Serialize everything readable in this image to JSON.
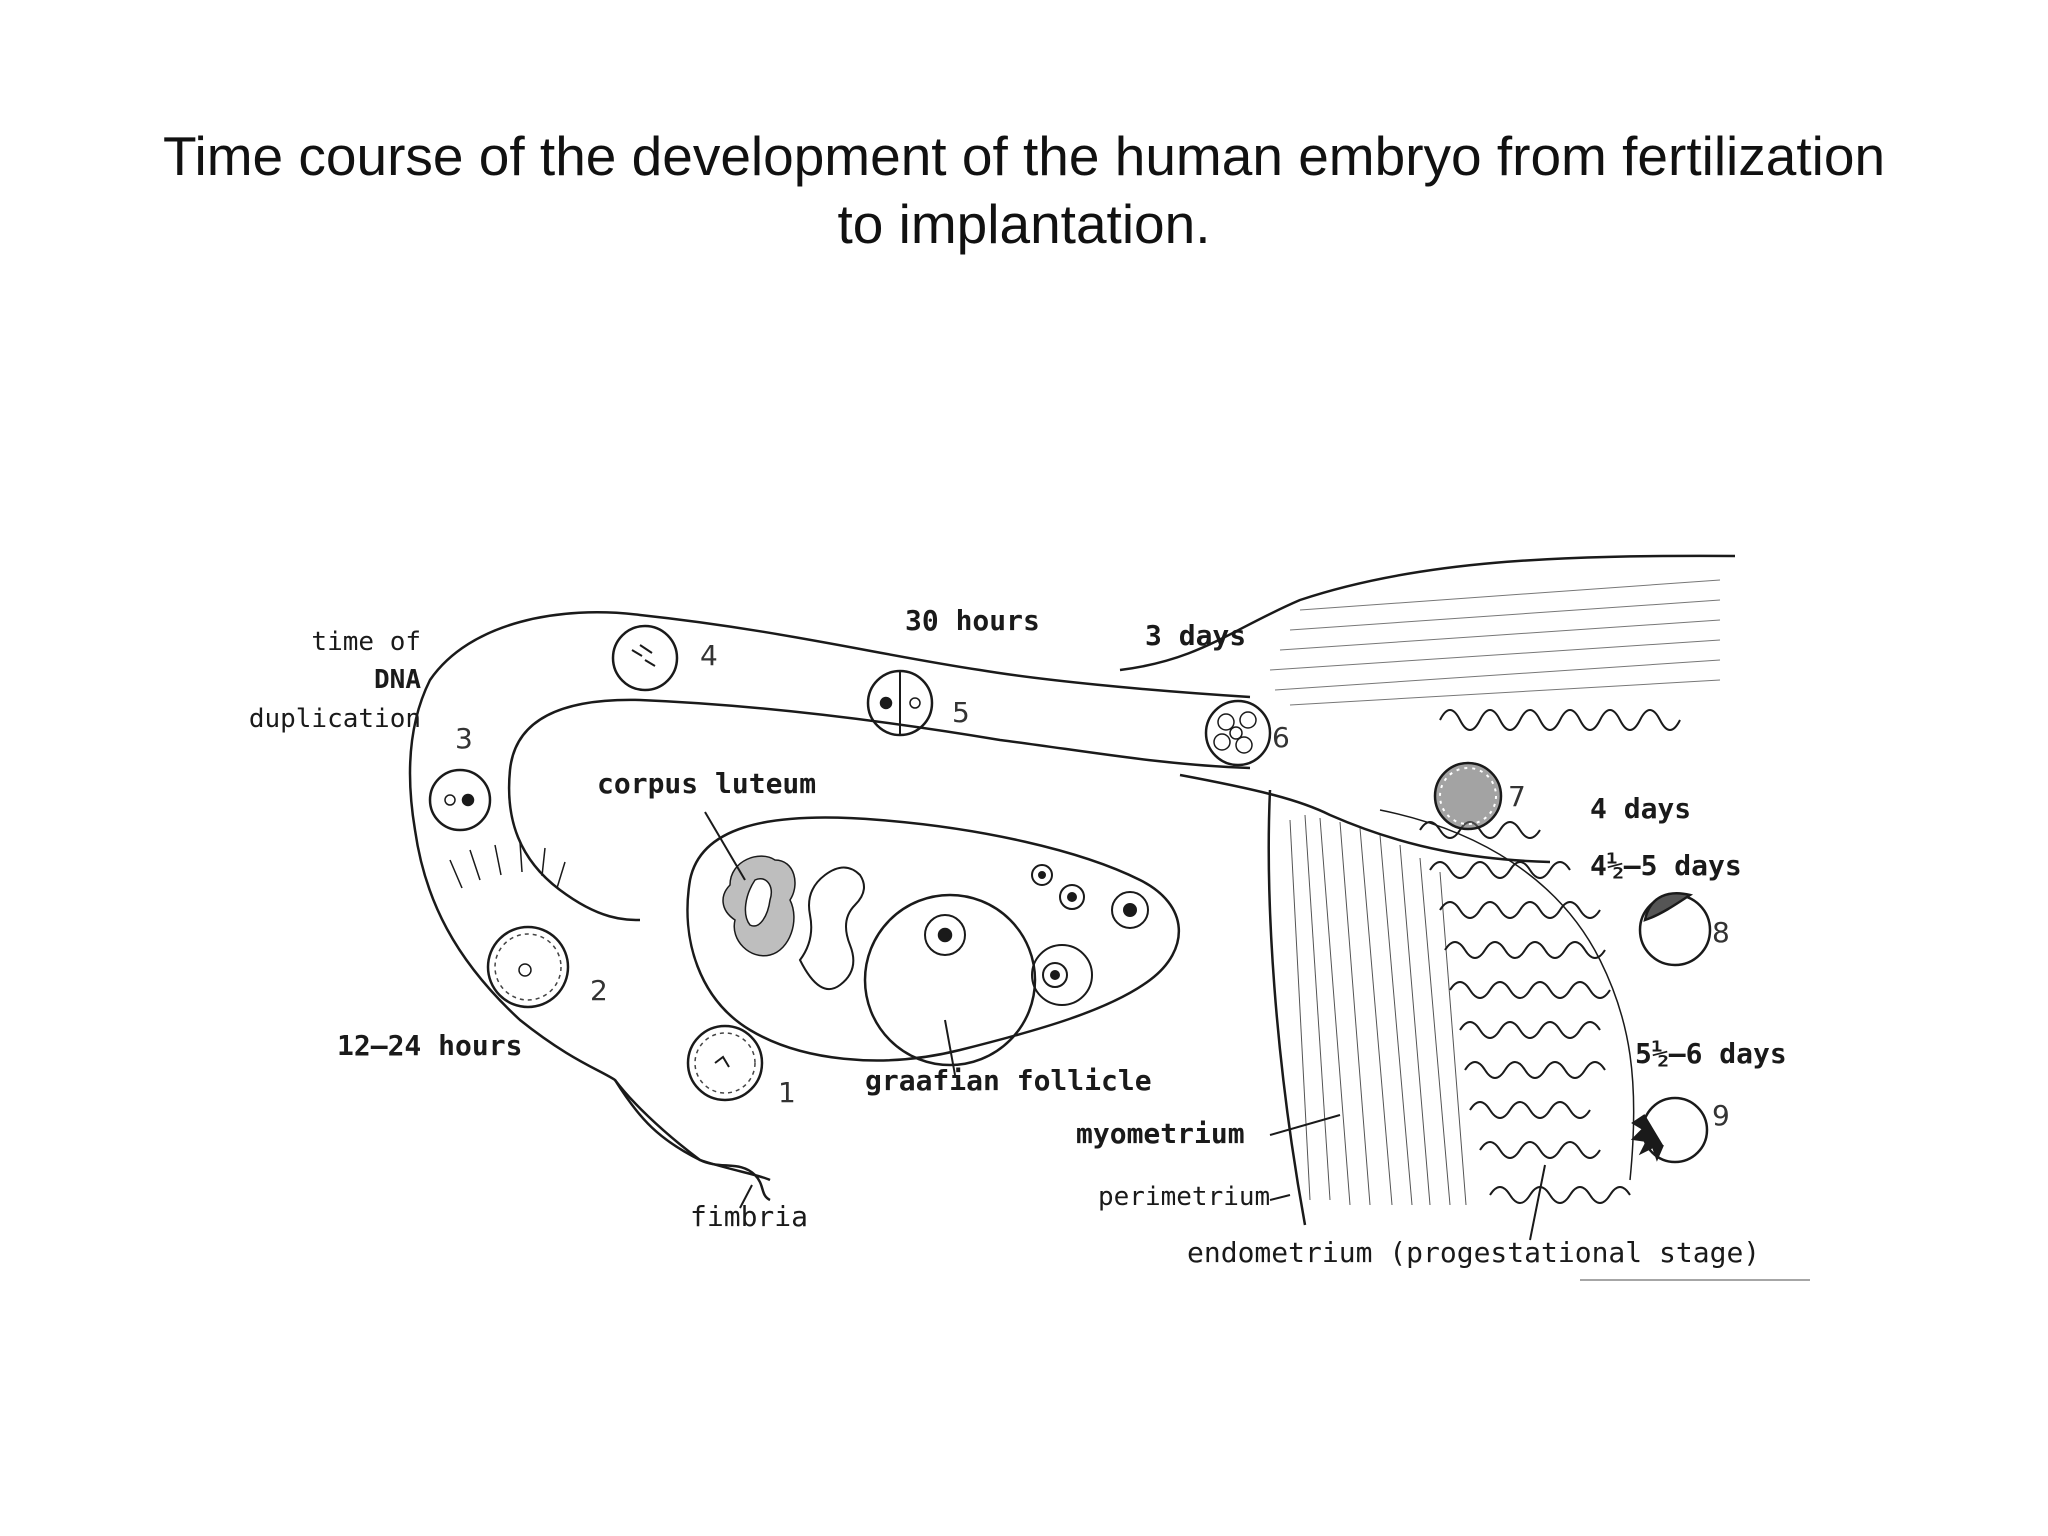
{
  "slide": {
    "title_line1": "Time course of the development of the human embryo from fertilization",
    "title_line2": "to implantation."
  },
  "diagram": {
    "labels": {
      "time_of": "time of",
      "dna": "DNA",
      "duplication": "duplication",
      "hours_30": "30 hours",
      "days_3": "3 days",
      "corpus_luteum": "corpus luteum",
      "days_4": "4 days",
      "days_4_5": "4½–5 days",
      "days_5_6": "5½–6 days",
      "hours_12_24": "12–24 hours",
      "graafian_follicle": "graafian follicle",
      "myometrium": "myometrium",
      "perimetrium": "perimetrium",
      "endometrium": "endometrium (progestational stage)",
      "fimbria": "fimbria"
    },
    "stages": [
      "1",
      "2",
      "3",
      "4",
      "5",
      "6",
      "7",
      "8",
      "9"
    ]
  },
  "colors": {
    "ink": "#1a1a1a",
    "background": "#ffffff"
  }
}
